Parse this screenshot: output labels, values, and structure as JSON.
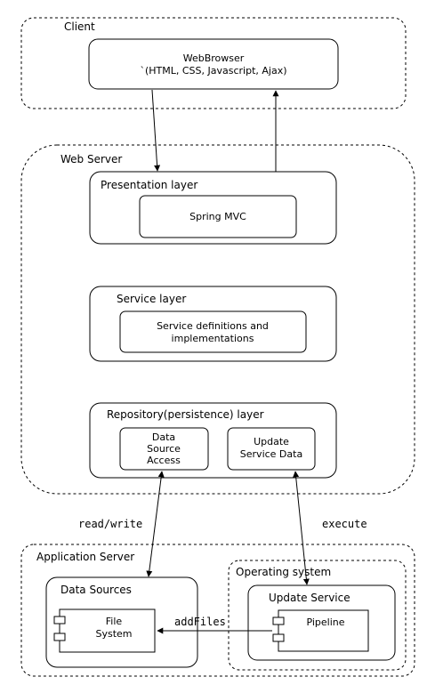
{
  "client": {
    "label": "Client",
    "browser_line1": "WebBrowser",
    "browser_line2": "`(HTML, CSS, Javascript, Ajax)"
  },
  "web_server": {
    "label": "Web Server",
    "presentation": {
      "label": "Presentation layer",
      "inner": "Spring MVC"
    },
    "service": {
      "label": "Service layer",
      "inner_line1": "Service definitions and",
      "inner_line2": "implementations"
    },
    "repository": {
      "label": "Repository(persistence) layer",
      "dsa_line1": "Data",
      "dsa_line2": "Source",
      "dsa_line3": "Access",
      "usd_line1": "Update",
      "usd_line2": "Service Data"
    }
  },
  "edges": {
    "read_write": "read/write",
    "execute": "execute",
    "add_files": "addFiles"
  },
  "app_server": {
    "label": "Application Server",
    "data_sources": {
      "label": "Data Sources",
      "fs_line1": "File",
      "fs_line2": "System"
    },
    "os": {
      "label": "Operating system",
      "update_service": {
        "label": "Update  Service",
        "pipeline": "Pipeline"
      }
    }
  }
}
